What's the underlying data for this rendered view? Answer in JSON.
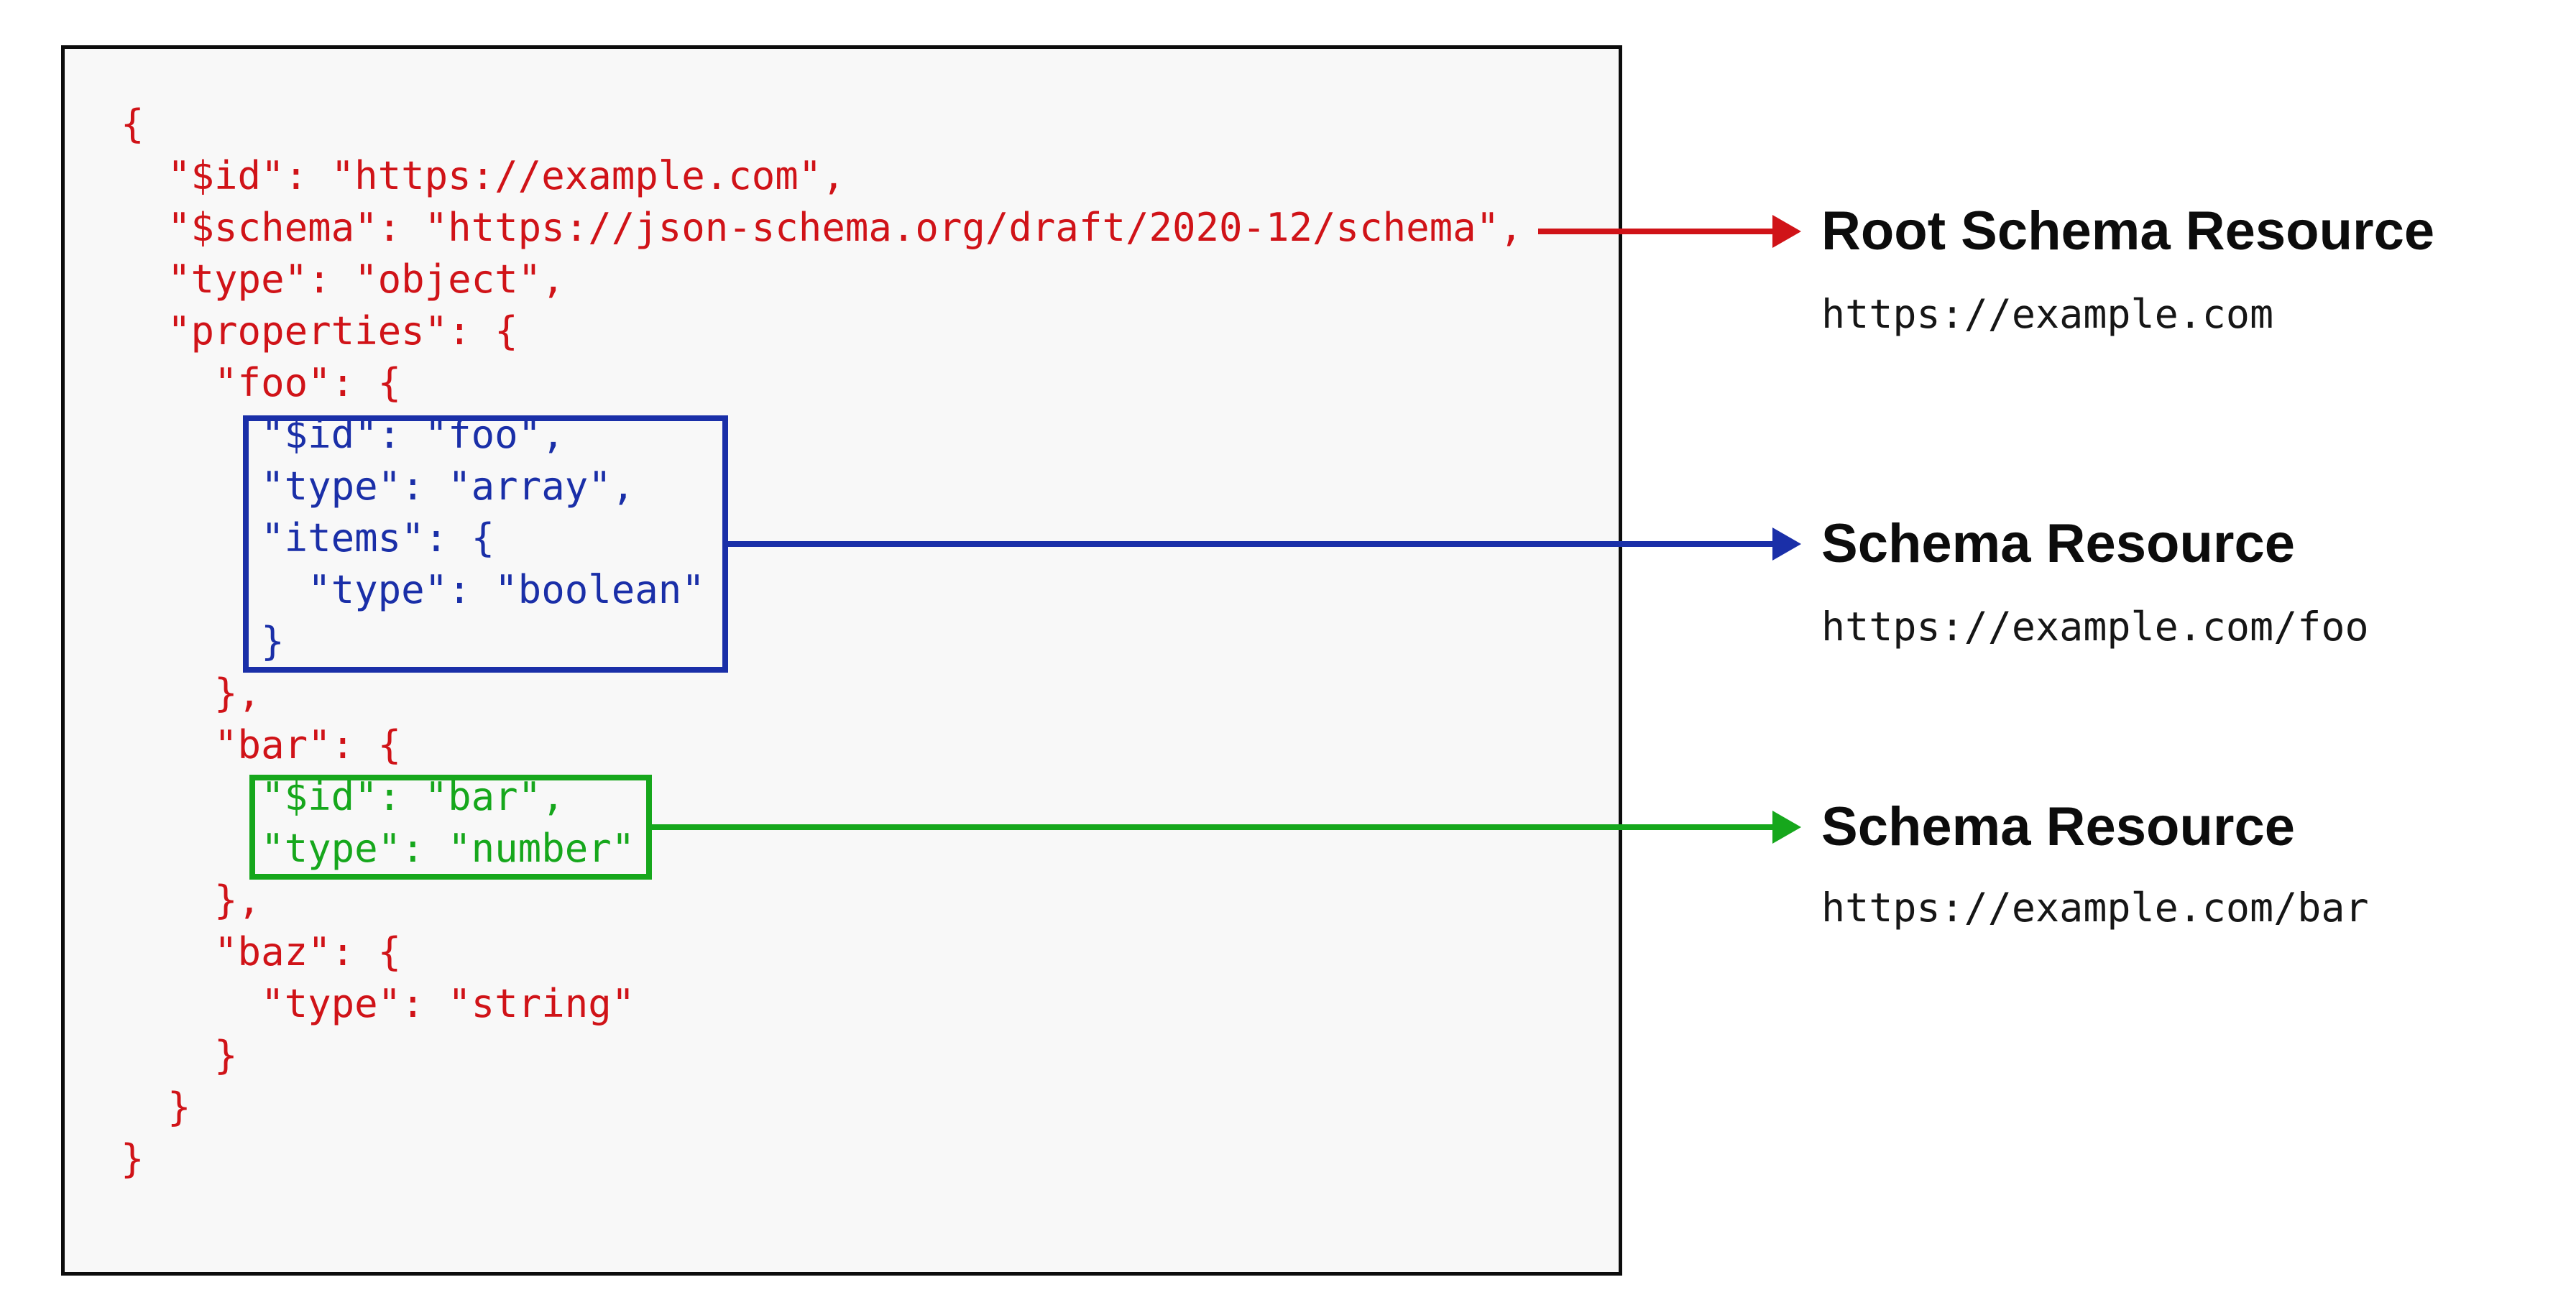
{
  "colors": {
    "red": "#d01318",
    "blue": "#1a2fa8",
    "green": "#16a71c",
    "ink": "#0c0c0c",
    "panel": "#f8f8f8",
    "url": "#161616"
  },
  "code_panel": {
    "lines": [
      {
        "text": "{",
        "color": "red"
      },
      {
        "text": "  \"$id\": \"https://example.com\",",
        "color": "red"
      },
      {
        "text": "  \"$schema\": \"https://json-schema.org/draft/2020-12/schema\",",
        "color": "red"
      },
      {
        "text": "  \"type\": \"object\",",
        "color": "red"
      },
      {
        "text": "  \"properties\": {",
        "color": "red"
      },
      {
        "text": "    \"foo\": {",
        "color": "red"
      },
      {
        "text": "      \"$id\": \"foo\",",
        "color": "blue"
      },
      {
        "text": "      \"type\": \"array\",",
        "color": "blue"
      },
      {
        "text": "      \"items\": {",
        "color": "blue"
      },
      {
        "text": "        \"type\": \"boolean\"",
        "color": "blue"
      },
      {
        "text": "      }",
        "color": "blue"
      },
      {
        "text": "    },",
        "color": "red"
      },
      {
        "text": "    \"bar\": {",
        "color": "red"
      },
      {
        "text": "      \"$id\": \"bar\",",
        "color": "green"
      },
      {
        "text": "      \"type\": \"number\"",
        "color": "green"
      },
      {
        "text": "    },",
        "color": "red"
      },
      {
        "text": "    \"baz\": {",
        "color": "red"
      },
      {
        "text": "      \"type\": \"string\"",
        "color": "red"
      },
      {
        "text": "    }",
        "color": "red"
      },
      {
        "text": "  }",
        "color": "red"
      },
      {
        "text": "}",
        "color": "red"
      }
    ]
  },
  "annotations": [
    {
      "title": "Root Schema Resource",
      "url": "https://example.com",
      "color": "red"
    },
    {
      "title": "Schema Resource",
      "url": "https://example.com/foo",
      "color": "blue"
    },
    {
      "title": "Schema Resource",
      "url": "https://example.com/bar",
      "color": "green"
    }
  ]
}
